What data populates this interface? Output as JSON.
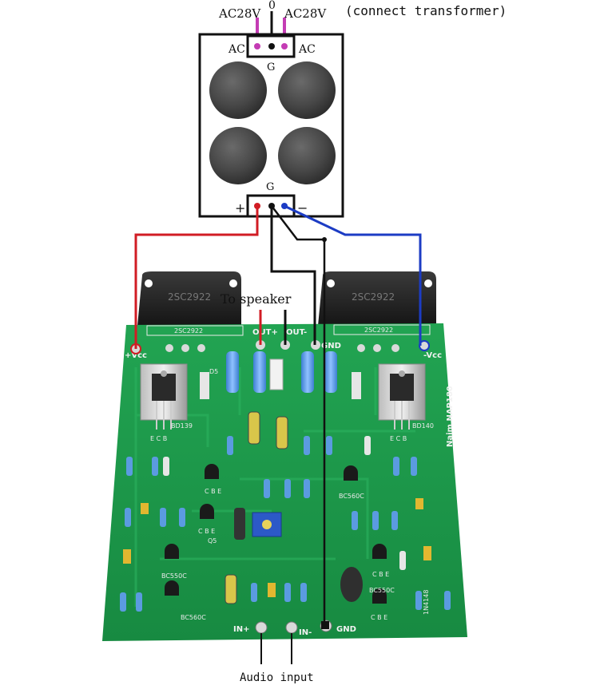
{
  "header": {
    "zero_label": "0",
    "ac_left_voltage": "AC28V",
    "ac_right_voltage": "AC28V",
    "transformer_note": "(connect transformer)"
  },
  "rectifier_board": {
    "ac_left": "AC",
    "ac_right": "AC",
    "ground_top": "G",
    "ground_bottom": "G",
    "plus_label": "+",
    "minus_label": "−"
  },
  "amp_board": {
    "transistor_left": "2SC2922",
    "transistor_right": "2SC2922",
    "silk_left_part": "2SC2922",
    "silk_right_part": "2SC2922",
    "speaker_label": "To speaker",
    "out_plus": "OUT+",
    "out_minus": "OUT-",
    "gnd_top": "GND",
    "vcc_plus": "+Vcc",
    "vcc_minus": "-Vcc",
    "board_name": "Naim NAP180",
    "in_plus": "IN+",
    "in_minus": "IN-",
    "gnd_bottom": "GND",
    "driver_left": "BD139",
    "driver_right": "BD140",
    "transistor_small_1": "BC550C",
    "transistor_small_2": "BC560C",
    "transistor_small_3": "BC550C",
    "transistor_small_4": "BC560C",
    "q5_label": "Q5",
    "d5_label": "D5",
    "d_label": "1N4148",
    "cbe_label": "C B E",
    "ebc_label": "E C B"
  },
  "footer": {
    "audio_input": "Audio input"
  },
  "colors": {
    "pcb": "#1f9a4c",
    "pcb_dark": "#167a3a",
    "wire_red": "#d11c24",
    "wire_blue": "#1c3cc4",
    "wire_black": "#111111",
    "wire_magenta": "#c43cb4"
  }
}
